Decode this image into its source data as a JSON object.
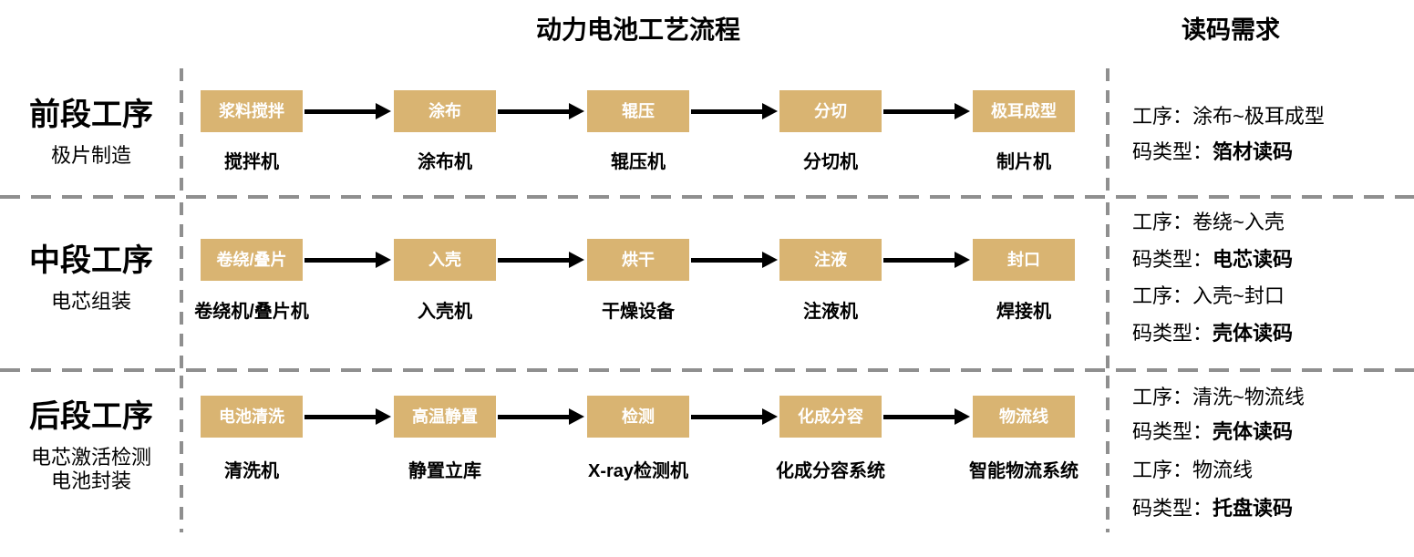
{
  "title": "动力电池工艺流程",
  "right_title": "读码需求",
  "colors": {
    "box_fill": "#d9b472",
    "box_text": "#ffffff",
    "dashed_divider": "#8f8f8f",
    "arrow": "#000000"
  },
  "rows": [
    {
      "stage": "前段工序",
      "stage_sub": [
        "极片制造"
      ],
      "nodes": [
        {
          "box": "浆料搅拌",
          "machine": "搅拌机"
        },
        {
          "box": "涂布",
          "machine": "涂布机"
        },
        {
          "box": "辊压",
          "machine": "辊压机"
        },
        {
          "box": "分切",
          "machine": "分切机"
        },
        {
          "box": "极耳成型",
          "machine": "制片机"
        }
      ],
      "requirements": [
        {
          "label": "工序：",
          "value": "涂布~极耳成型"
        },
        {
          "label": "码类型：",
          "value": "箔材读码"
        }
      ]
    },
    {
      "stage": "中段工序",
      "stage_sub": [
        "电芯组装"
      ],
      "nodes": [
        {
          "box": "卷绕/叠片",
          "machine": "卷绕机/叠片机"
        },
        {
          "box": "入壳",
          "machine": "入壳机"
        },
        {
          "box": "烘干",
          "machine": "干燥设备"
        },
        {
          "box": "注液",
          "machine": "注液机"
        },
        {
          "box": "封口",
          "machine": "焊接机"
        }
      ],
      "requirements": [
        {
          "label": "工序：",
          "value": "卷绕~入壳"
        },
        {
          "label": "码类型：",
          "value": "电芯读码"
        },
        {
          "label": "工序：",
          "value": "入壳~封口"
        },
        {
          "label": "码类型：",
          "value": "壳体读码"
        }
      ]
    },
    {
      "stage": "后段工序",
      "stage_sub": [
        "电芯激活检测",
        "电池封装"
      ],
      "nodes": [
        {
          "box": "电池清洗",
          "machine": "清洗机"
        },
        {
          "box": "高温静置",
          "machine": "静置立库"
        },
        {
          "box": "检测",
          "machine": "X-ray检测机"
        },
        {
          "box": "化成分容",
          "machine": "化成分容系统"
        },
        {
          "box": "物流线",
          "machine": "智能物流系统"
        }
      ],
      "requirements": [
        {
          "label": "工序：",
          "value": "清洗~物流线"
        },
        {
          "label": "码类型：",
          "value": "壳体读码"
        },
        {
          "label": "工序：",
          "value": "物流线"
        },
        {
          "label": "码类型：",
          "value": "托盘读码"
        }
      ]
    }
  ]
}
